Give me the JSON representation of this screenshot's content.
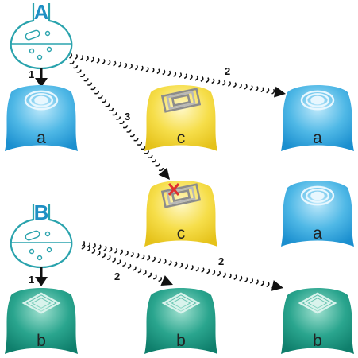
{
  "sources": [
    {
      "id": "A",
      "label": "A"
    },
    {
      "id": "B",
      "label": "B"
    }
  ],
  "cells": [
    {
      "id": "a1",
      "label": "a"
    },
    {
      "id": "c1",
      "label": "c"
    },
    {
      "id": "a2",
      "label": "a"
    },
    {
      "id": "c2",
      "label": "c"
    },
    {
      "id": "a3",
      "label": "a"
    },
    {
      "id": "b1",
      "label": "b"
    },
    {
      "id": "b2",
      "label": "b"
    },
    {
      "id": "b3",
      "label": "b"
    }
  ],
  "arrows": [
    {
      "id": "A-a1",
      "label": "1",
      "style": "direct"
    },
    {
      "id": "A-a2",
      "label": "2",
      "style": "diffuse"
    },
    {
      "id": "A-c2",
      "label": "3",
      "style": "diffuse",
      "blocked": true
    },
    {
      "id": "B-b1",
      "label": "1",
      "style": "direct"
    },
    {
      "id": "B-b2",
      "label": "2",
      "style": "diffuse"
    },
    {
      "id": "B-b3",
      "label": "2",
      "style": "diffuse"
    }
  ],
  "colors": {
    "source_stroke": "#2aa3ad",
    "cell_a": "#3aa9dc",
    "cell_b": "#1f9a86",
    "cell_c": "#f2d52d",
    "block_mark": "#e03030"
  }
}
